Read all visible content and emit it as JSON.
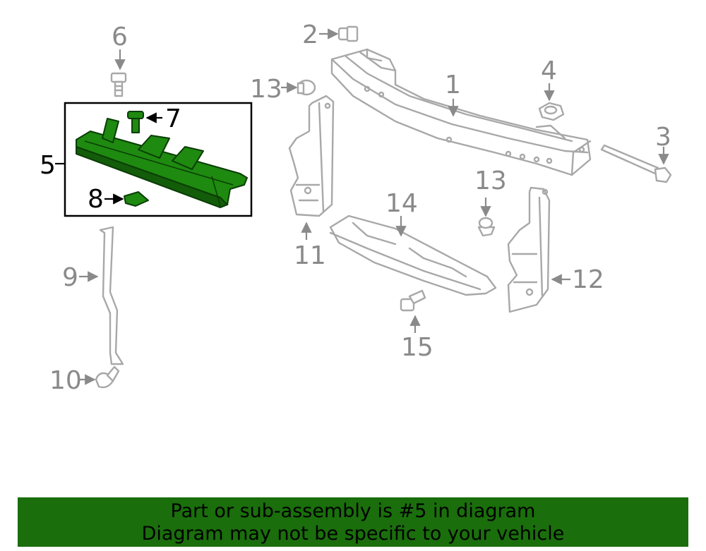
{
  "callouts": {
    "c1": "1",
    "c2": "2",
    "c3": "3",
    "c4": "4",
    "c5": "5",
    "c6": "6",
    "c7": "7",
    "c8": "8",
    "c9": "9",
    "c10": "10",
    "c11": "11",
    "c12": "12",
    "c13a": "13",
    "c13b": "13",
    "c14": "14",
    "c15": "15"
  },
  "highlight": {
    "part": "5",
    "color": "#1e8a10",
    "banner_color": "#1a6e0c"
  },
  "banner": {
    "line1": "Part or sub-assembly is #5 in diagram",
    "line2": "Diagram may not be specific to your vehicle"
  }
}
